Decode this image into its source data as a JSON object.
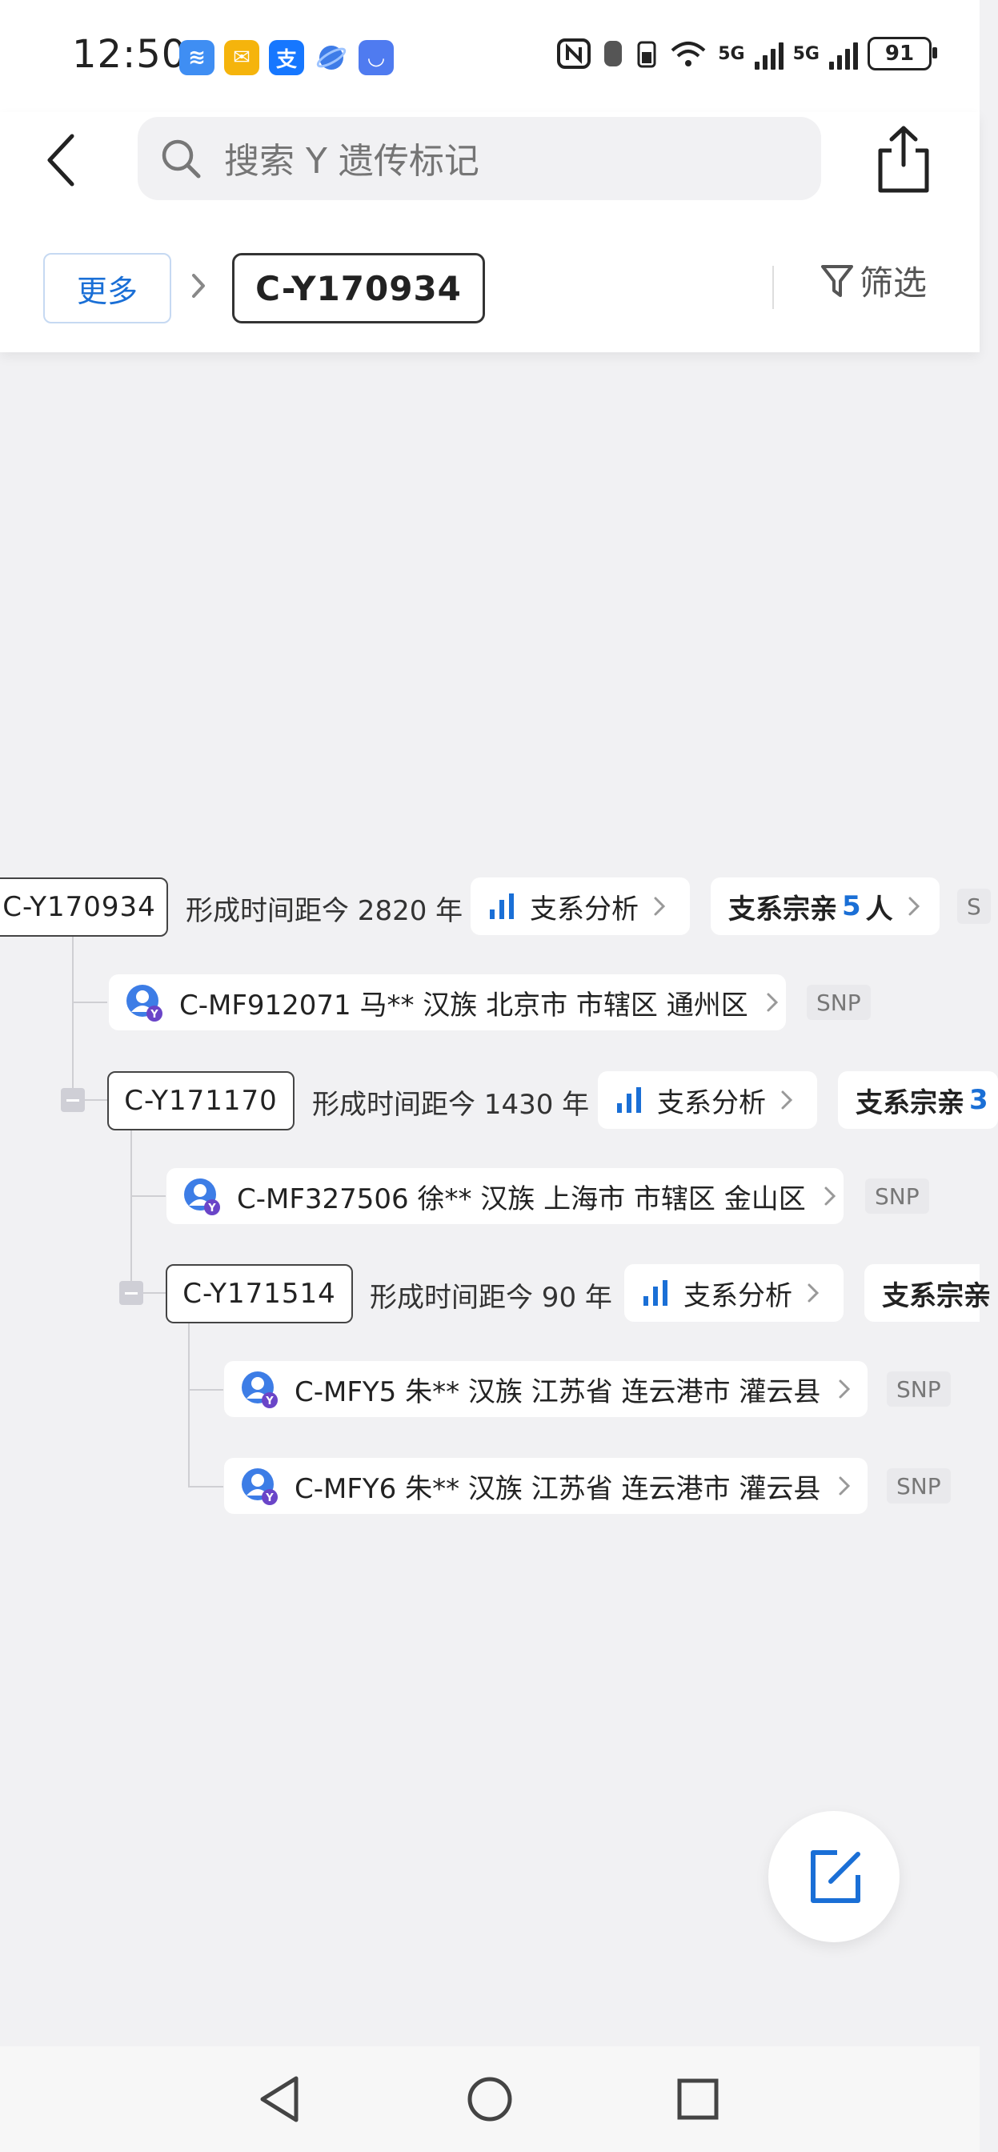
{
  "status_bar": {
    "time": "12:50",
    "signal_1": "5G",
    "signal_2": "5G",
    "battery": "91"
  },
  "header": {
    "search_placeholder": "搜索 Y 遗传标记",
    "more_label": "更多",
    "current_crumb": "C-Y170934",
    "filter_label": "筛选"
  },
  "tree": {
    "root": {
      "name": "C-Y170934",
      "age": "形成时间距今 2820 年",
      "analysis_label": "支系分析",
      "kin_prefix": "支系宗亲",
      "kin_count": "5",
      "kin_suffix": "人",
      "snp_label": "S"
    },
    "root_member": {
      "text": "C-MF912071 马** 汉族 北京市 市辖区 通州区",
      "snp": "SNP"
    },
    "child": {
      "name": "C-Y171170",
      "age": "形成时间距今 1430 年",
      "analysis_label": "支系分析",
      "kin_prefix": "支系宗亲",
      "kin_count": "3"
    },
    "child_member": {
      "text": "C-MF327506 徐** 汉族 上海市 市辖区 金山区",
      "snp": "SNP"
    },
    "grandchild": {
      "name": "C-Y171514",
      "age": "形成时间距今 90 年",
      "analysis_label": "支系分析",
      "kin_prefix": "支系宗亲"
    },
    "grandchild_members": [
      {
        "text": "C-MFY5 朱** 汉族 江苏省 连云港市 灌云县",
        "snp": "SNP"
      },
      {
        "text": "C-MFY6 朱** 汉族 江苏省 连云港市 灌云县",
        "snp": "SNP"
      }
    ]
  },
  "colors": {
    "accent": "#1a6fd6",
    "background": "#f1f1f3"
  }
}
